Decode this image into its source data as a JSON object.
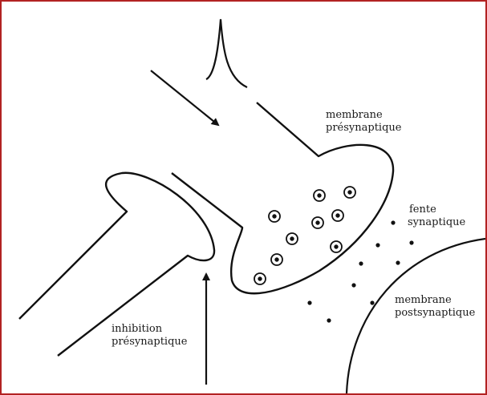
{
  "labels": {
    "membrane_pre_1": "membrane",
    "membrane_pre_2": "présynaptique",
    "fente_1": "fente",
    "fente_2": "synaptique",
    "membrane_post_1": "membrane",
    "membrane_post_2": "postsynaptique",
    "inhibition_1": "inhibition",
    "inhibition_2": "présynaptique"
  },
  "colors": {
    "frame": "#b22222",
    "ink": "#111111",
    "background": "#ffffff"
  }
}
